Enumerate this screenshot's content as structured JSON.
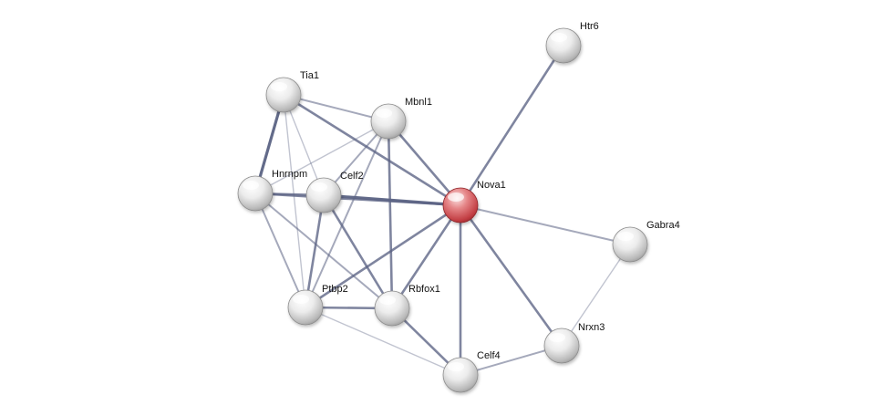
{
  "network": {
    "nodes": [
      {
        "id": "Htr6",
        "label": "Htr6",
        "highlighted": false
      },
      {
        "id": "Tia1",
        "label": "Tia1",
        "highlighted": false
      },
      {
        "id": "Mbnl1",
        "label": "Mbnl1",
        "highlighted": false
      },
      {
        "id": "Hnrnpm",
        "label": "Hnrnpm",
        "highlighted": false
      },
      {
        "id": "Celf2",
        "label": "Celf2",
        "highlighted": false
      },
      {
        "id": "Nova1",
        "label": "Nova1",
        "highlighted": true
      },
      {
        "id": "Gabra4",
        "label": "Gabra4",
        "highlighted": false
      },
      {
        "id": "Ptbp2",
        "label": "Ptbp2",
        "highlighted": false
      },
      {
        "id": "Rbfox1",
        "label": "Rbfox1",
        "highlighted": false
      },
      {
        "id": "Nrxn3",
        "label": "Nrxn3",
        "highlighted": false
      },
      {
        "id": "Celf4",
        "label": "Celf4",
        "highlighted": false
      }
    ],
    "edges": [
      {
        "source": "Nova1",
        "target": "Htr6",
        "strength": "medium"
      },
      {
        "source": "Nova1",
        "target": "Mbnl1",
        "strength": "medium"
      },
      {
        "source": "Nova1",
        "target": "Tia1",
        "strength": "medium"
      },
      {
        "source": "Nova1",
        "target": "Celf2",
        "strength": "strong"
      },
      {
        "source": "Nova1",
        "target": "Hnrnpm",
        "strength": "medium"
      },
      {
        "source": "Nova1",
        "target": "Gabra4",
        "strength": "light"
      },
      {
        "source": "Nova1",
        "target": "Ptbp2",
        "strength": "medium"
      },
      {
        "source": "Nova1",
        "target": "Rbfox1",
        "strength": "medium"
      },
      {
        "source": "Nova1",
        "target": "Nrxn3",
        "strength": "medium"
      },
      {
        "source": "Nova1",
        "target": "Celf4",
        "strength": "medium"
      },
      {
        "source": "Tia1",
        "target": "Mbnl1",
        "strength": "light"
      },
      {
        "source": "Tia1",
        "target": "Hnrnpm",
        "strength": "strong"
      },
      {
        "source": "Tia1",
        "target": "Celf2",
        "strength": "faint"
      },
      {
        "source": "Tia1",
        "target": "Ptbp2",
        "strength": "faint"
      },
      {
        "source": "Mbnl1",
        "target": "Hnrnpm",
        "strength": "faint"
      },
      {
        "source": "Mbnl1",
        "target": "Celf2",
        "strength": "light"
      },
      {
        "source": "Mbnl1",
        "target": "Ptbp2",
        "strength": "light"
      },
      {
        "source": "Mbnl1",
        "target": "Rbfox1",
        "strength": "medium"
      },
      {
        "source": "Hnrnpm",
        "target": "Celf2",
        "strength": "medium"
      },
      {
        "source": "Hnrnpm",
        "target": "Ptbp2",
        "strength": "light"
      },
      {
        "source": "Hnrnpm",
        "target": "Rbfox1",
        "strength": "light"
      },
      {
        "source": "Celf2",
        "target": "Ptbp2",
        "strength": "medium"
      },
      {
        "source": "Celf2",
        "target": "Rbfox1",
        "strength": "medium"
      },
      {
        "source": "Ptbp2",
        "target": "Rbfox1",
        "strength": "medium"
      },
      {
        "source": "Ptbp2",
        "target": "Celf4",
        "strength": "faint"
      },
      {
        "source": "Rbfox1",
        "target": "Celf4",
        "strength": "medium"
      },
      {
        "source": "Celf4",
        "target": "Nrxn3",
        "strength": "light"
      },
      {
        "source": "Gabra4",
        "target": "Nrxn3",
        "strength": "faint"
      }
    ]
  },
  "colors": {
    "highlight_node": "#d24a4f",
    "normal_node": "#d8d8d8",
    "edge": "#5b6384"
  }
}
